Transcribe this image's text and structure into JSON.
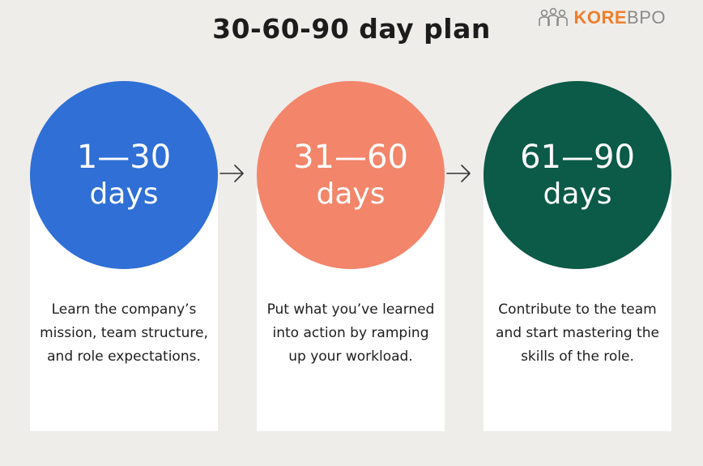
{
  "title": "30-60-90 day plan",
  "logo": {
    "icon": "people-group-icon",
    "kore": "KORE",
    "bpo": "BPO"
  },
  "phases": [
    {
      "range": "1—30",
      "unit": "days",
      "color": "#2f6fd6",
      "description": "Learn the company’s mission, team structure, and role expectations."
    },
    {
      "range": "31—60",
      "unit": "days",
      "color": "#f2856a",
      "description": "Put what you’ve learned into action by ramping up your workload."
    },
    {
      "range": "61—90",
      "unit": "days",
      "color": "#0c5a48",
      "description": "Contribute to the team and start mastering the skills of the role."
    }
  ],
  "connector_icon": "arrow-right-icon"
}
